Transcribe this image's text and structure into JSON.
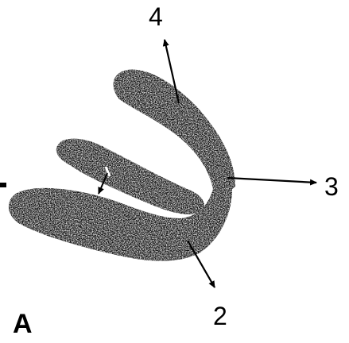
{
  "figure": {
    "panel_label": "A",
    "labels": [
      {
        "id": "label-4",
        "text": "4"
      },
      {
        "id": "label-3",
        "text": "3"
      },
      {
        "id": "label-2",
        "text": "2"
      }
    ],
    "colors": {
      "specimen": "#141414",
      "speckle": "#ffffff",
      "arrow": "#000000",
      "background": "#ffffff"
    }
  }
}
